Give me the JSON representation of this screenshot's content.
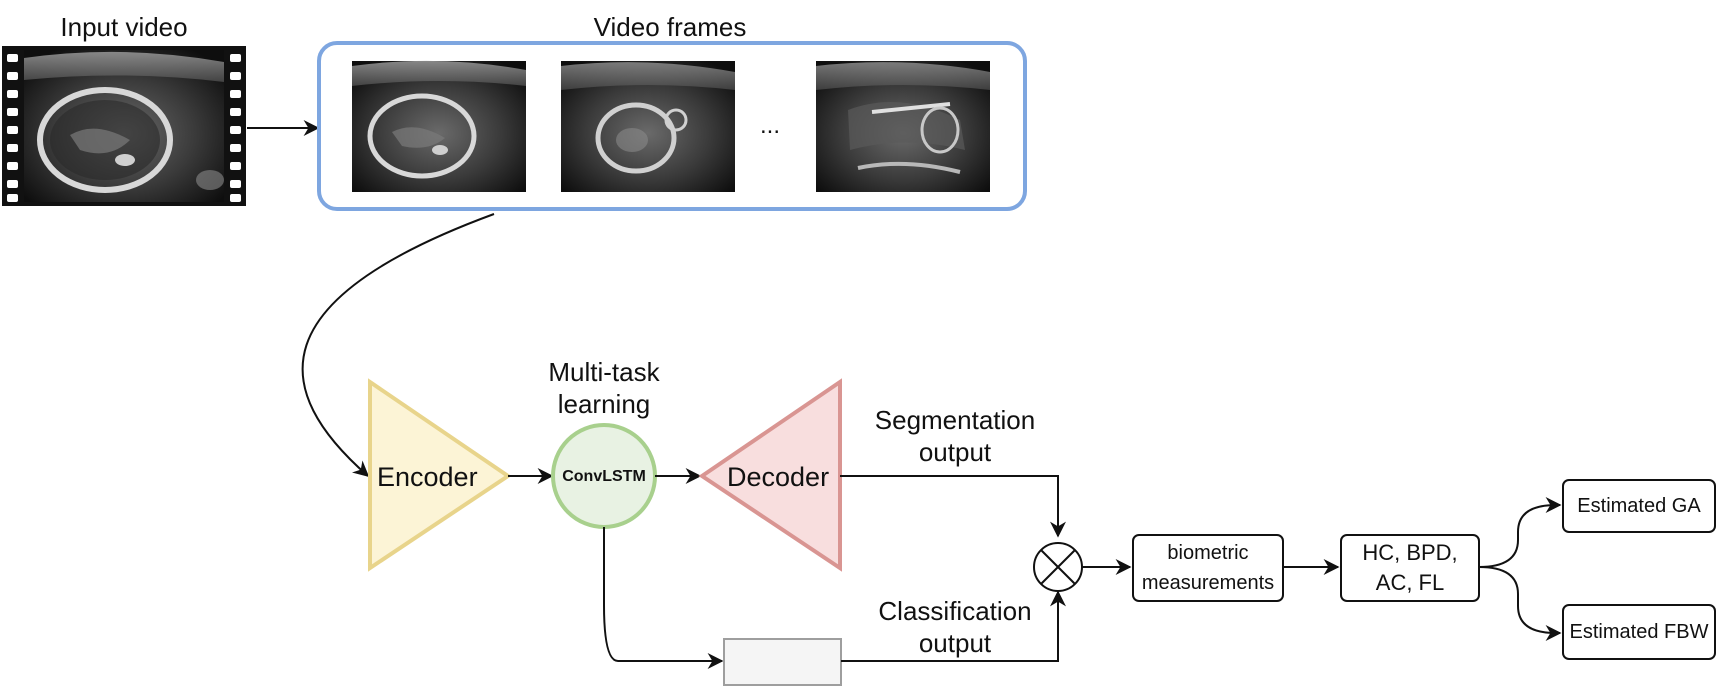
{
  "labels": {
    "input_video": "Input video",
    "video_frames": "Video frames",
    "ellipsis": "...",
    "multitask_line1": "Multi-task",
    "multitask_line2": "learning",
    "encoder": "Encoder",
    "convlstm": "ConvLSTM",
    "decoder": "Decoder",
    "seg_line1": "Segmentation",
    "seg_line2": "output",
    "cls_line1": "Classification",
    "cls_line2": "output",
    "biometric_line1": "biometric",
    "biometric_line2": "measurements",
    "params_line1": "HC, BPD,",
    "params_line2": "AC, FL",
    "estimated_ga": "Estimated GA",
    "estimated_fbw": "Estimated FBW"
  },
  "colors": {
    "frames_border": "#7ea6e0",
    "encoder_fill": "#fcf4d6",
    "encoder_stroke": "#e8d48b",
    "convlstm_fill": "#e8f2e3",
    "convlstm_stroke": "#a8d08d",
    "decoder_fill": "#f8dede",
    "decoder_stroke": "#d99592",
    "classifier_fill": "#f5f5f5",
    "classifier_stroke": "#9e9e9e"
  }
}
